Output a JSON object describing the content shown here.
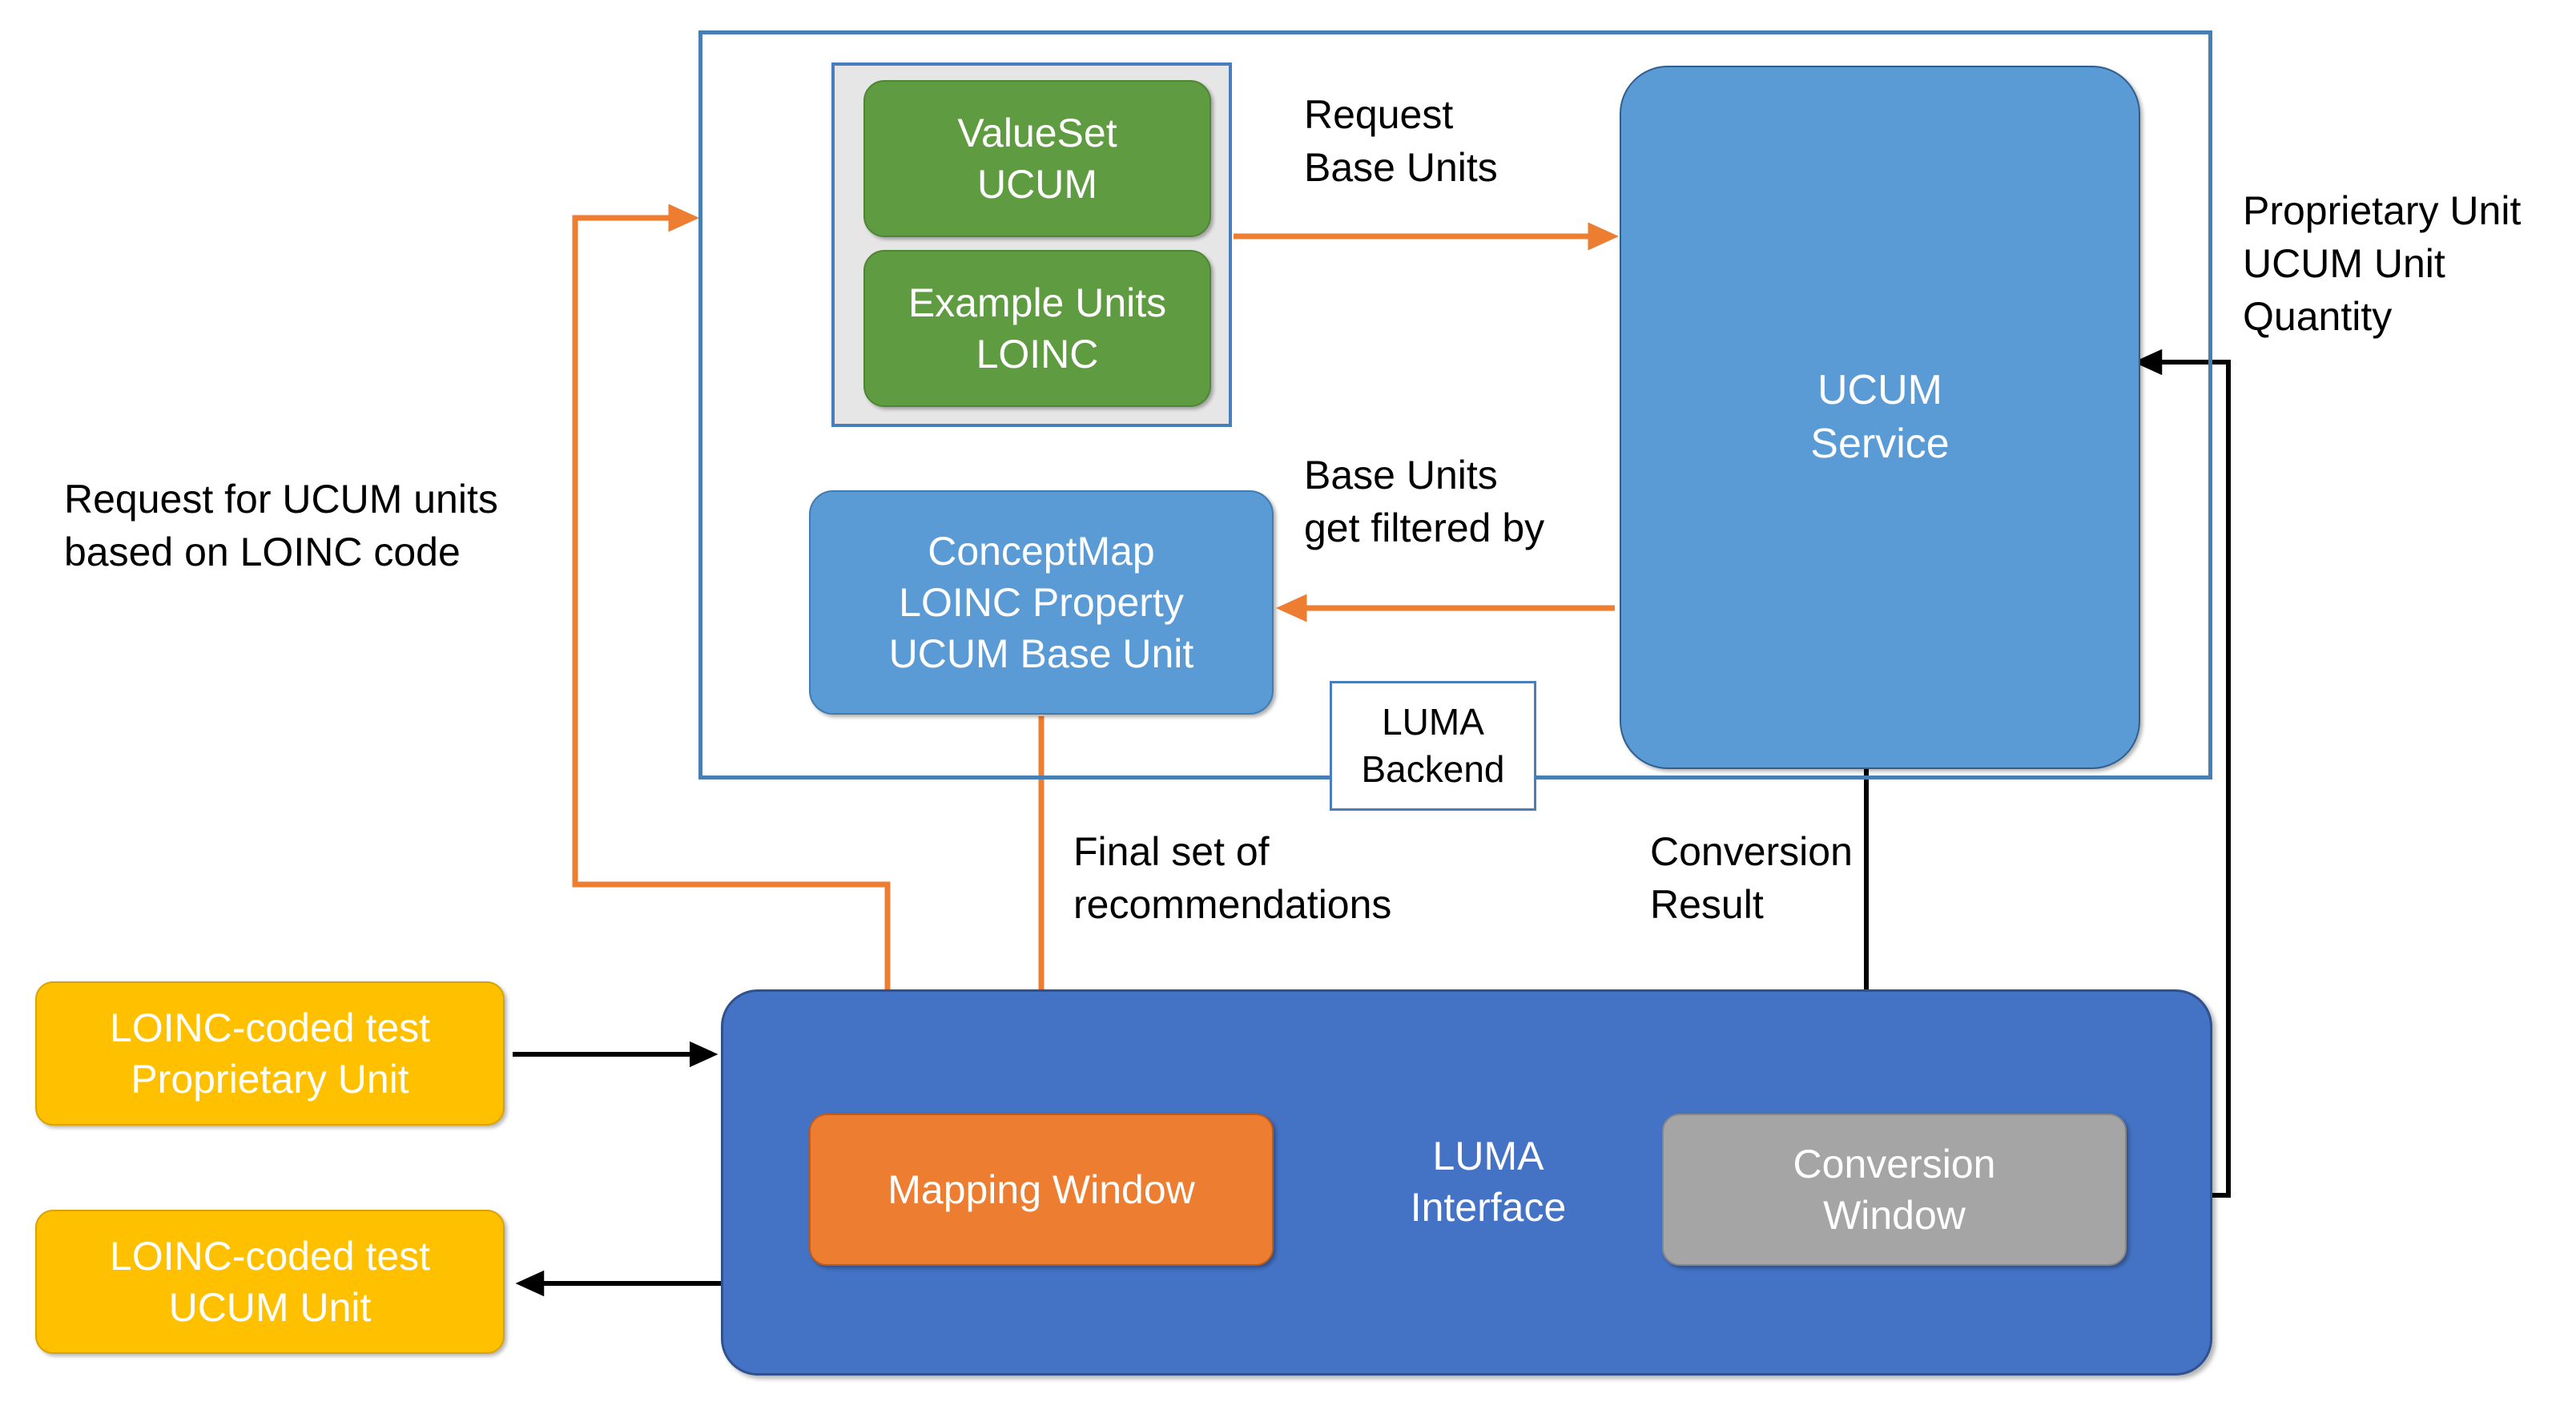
{
  "diagram": {
    "backend": {
      "frame_name": "LUMA Backend",
      "label_box_text": "LUMA\nBackend",
      "valueset_container": {
        "boxes": [
          {
            "id": "valueset-ucum",
            "text": "ValueSet\nUCUM",
            "color": "#5f9c41"
          },
          {
            "id": "example-units-loinc",
            "text": "Example Units\nLOINC",
            "color": "#5f9c41"
          }
        ]
      },
      "conceptmap": {
        "text": "ConceptMap\nLOINC Property\nUCUM Base Unit",
        "color": "#5b9bd5"
      },
      "ucum_service": {
        "text": "UCUM\nService",
        "color": "#5b9bd5"
      }
    },
    "interface": {
      "panel_label": "LUMA\nInterface",
      "panel_color": "#4472c4",
      "mapping_window": {
        "text": "Mapping Window",
        "color": "#ed7d31"
      },
      "conversion_window": {
        "text": "Conversion\nWindow",
        "color": "#a5a5a5"
      }
    },
    "inputs": [
      {
        "id": "loinc-proprietary",
        "text": "LOINC-coded test\nProprietary Unit",
        "color": "#ffc000"
      },
      {
        "id": "loinc-ucum",
        "text": "LOINC-coded test\nUCUM Unit",
        "color": "#ffc000"
      }
    ],
    "edge_labels": {
      "request_base_units": "Request\nBase Units",
      "proprietary_unit_block": "Proprietary Unit\nUCUM Unit\nQuantity",
      "request_for_ucum_units": "Request for UCUM units\nbased on LOINC code",
      "base_units_filtered_by": "Base Units\nget filtered by",
      "final_set_of_recommendations": "Final set of\nrecommendations",
      "conversion_result": "Conversion\nResult"
    },
    "colors": {
      "orange_arrow": "#ed7d31",
      "black_arrow": "#000000",
      "backend_frame_border": "#477fb3",
      "green": "#5f9c41",
      "light_blue": "#5b9bd5",
      "dark_blue": "#4472c4",
      "grey": "#a5a5a5",
      "yellow": "#ffc000"
    }
  }
}
